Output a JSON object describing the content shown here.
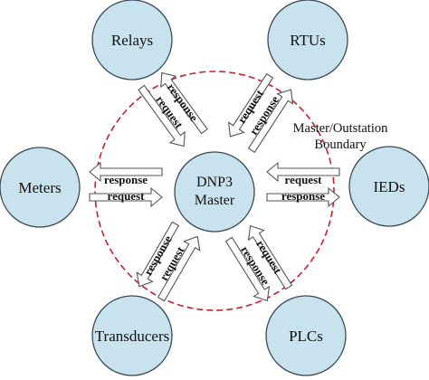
{
  "center": {
    "line1": "DNP3",
    "line2": "Master"
  },
  "boundary": {
    "line1": "Master/Outstation",
    "line2": "Boundary"
  },
  "nodes": {
    "relays": "Relays",
    "rtus": "RTUs",
    "meters": "Meters",
    "ieds": "IEDs",
    "transducers": "Transducers",
    "plcs": "PLCs"
  },
  "labels": {
    "response": "response",
    "request": "request"
  },
  "colors": {
    "node_fill": "#c9e3ee",
    "boundary": "#c8202a"
  }
}
